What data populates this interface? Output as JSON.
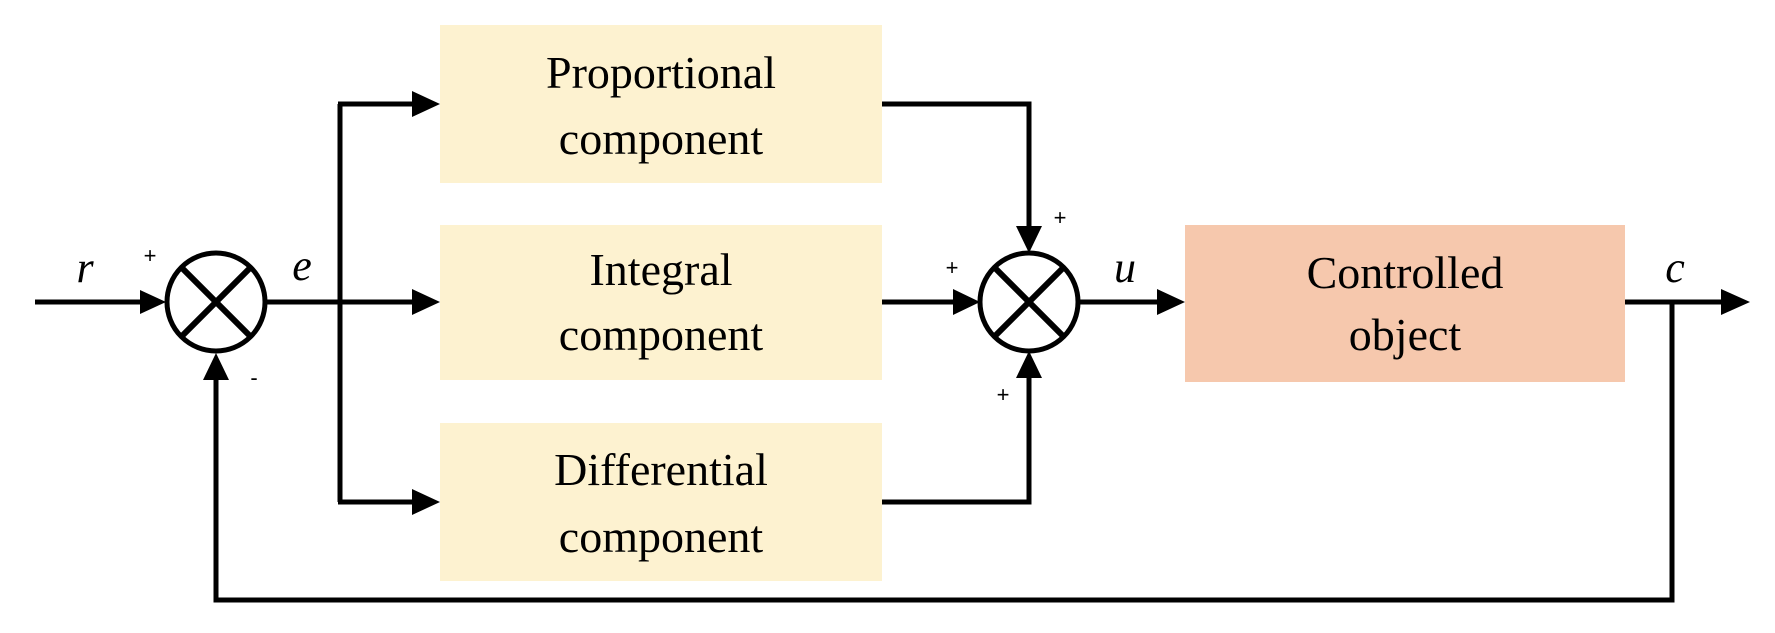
{
  "blocks": {
    "proportional": {
      "line1": "Proportional",
      "line2": "component"
    },
    "integral": {
      "line1": "Integral",
      "line2": "component"
    },
    "differential": {
      "line1": "Differential",
      "line2": "component"
    },
    "controlled": {
      "line1": "Controlled",
      "line2": "object"
    }
  },
  "signals": {
    "r": "r",
    "e": "e",
    "u": "u",
    "c": "c"
  },
  "signs": {
    "sum1_input": "+",
    "sum1_feedback": "-",
    "sum2_top": "+",
    "sum2_left": "+",
    "sum2_bottom": "+"
  },
  "colors": {
    "pid_block_fill": "#fdf2d0",
    "plant_block_fill": "#f6c8ad",
    "wire": "#000000"
  }
}
